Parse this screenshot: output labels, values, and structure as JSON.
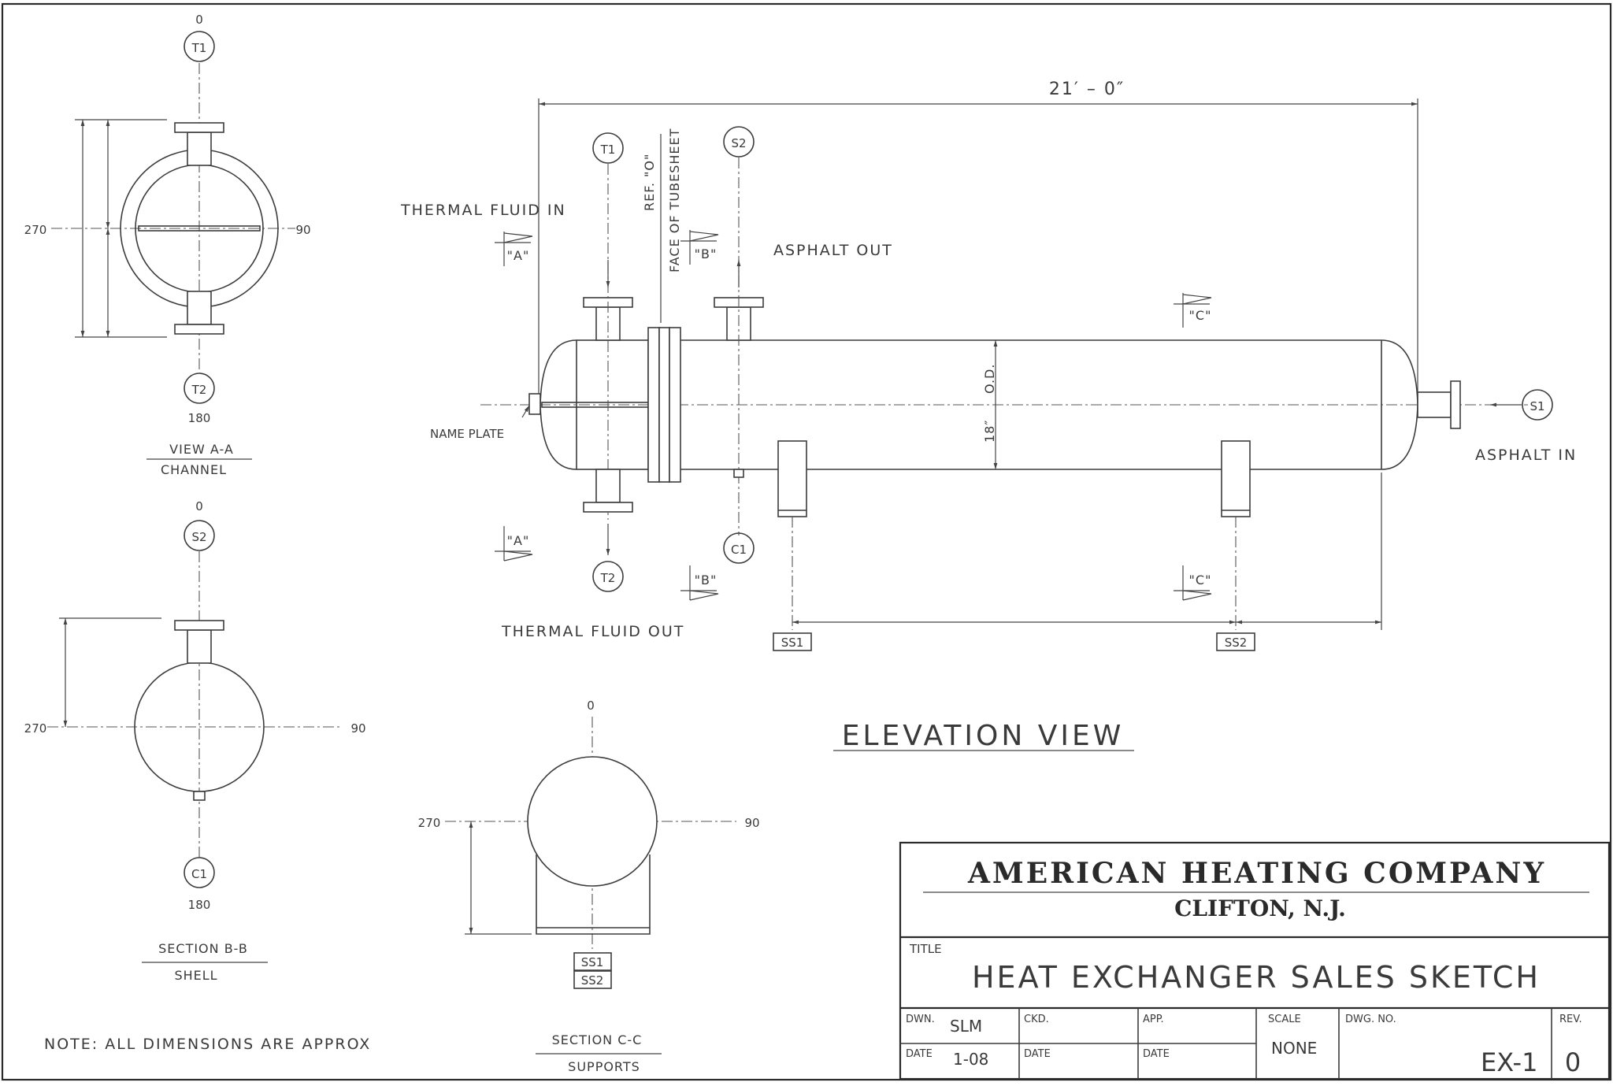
{
  "drawing": {
    "title_heading": "ELEVATION VIEW",
    "overall_length": "21′ – 0″",
    "diameter_value": "18″",
    "diameter_label": "O.D.",
    "ref_label": "REF. \"O\"",
    "tubesheet_label": "FACE OF TUBESHEET",
    "thermal_in": "THERMAL FLUID IN",
    "thermal_out": "THERMAL FLUID OUT",
    "asphalt_out": "ASPHALT OUT",
    "asphalt_in": "ASPHALT IN",
    "name_plate": "NAME PLATE",
    "section_marks": {
      "a": "\"A\"",
      "b": "\"B\"",
      "c": "\"C\""
    },
    "nozzles": {
      "t1": "T1",
      "t2": "T2",
      "s1": "S1",
      "s2": "S2",
      "c1": "C1",
      "ss1": "SS1",
      "ss2": "SS2"
    },
    "angles": {
      "a0": "0",
      "a90": "90",
      "a180": "180",
      "a270": "270"
    },
    "view_a_title": "VIEW A-A",
    "view_a_sub": "CHANNEL",
    "section_b_title": "SECTION B-B",
    "section_b_sub": "SHELL",
    "section_c_title": "SECTION C-C",
    "section_c_sub": "SUPPORTS",
    "note": "NOTE: ALL DIMENSIONS ARE APPROX"
  },
  "title_block": {
    "company": "AMERICAN HEATING COMPANY",
    "location": "CLIFTON, N.J.",
    "title_label": "TITLE",
    "title": "HEAT EXCHANGER SALES SKETCH",
    "dwn_label": "DWN.",
    "dwn_value": "SLM",
    "ckd_label": "CKD.",
    "app_label": "APP.",
    "date_label": "DATE",
    "date_value": "1-08",
    "scale_label": "SCALE",
    "scale_value": "NONE",
    "dwg_label": "DWG. NO.",
    "dwg_value": "EX-1",
    "rev_label": "REV.",
    "rev_value": "0"
  }
}
